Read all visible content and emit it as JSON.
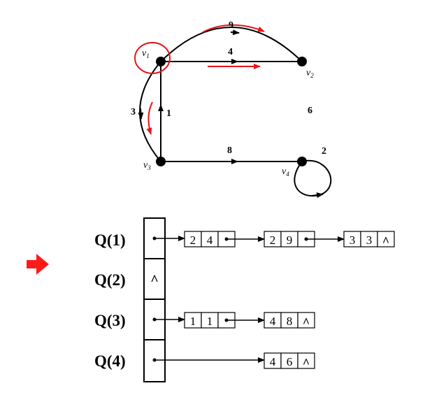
{
  "graph": {
    "vertices": [
      {
        "id": "v1",
        "label": "v",
        "sub": "1"
      },
      {
        "id": "v2",
        "label": "v",
        "sub": "2"
      },
      {
        "id": "v3",
        "label": "v",
        "sub": "3"
      },
      {
        "id": "v4",
        "label": "v",
        "sub": "4"
      }
    ],
    "edges": [
      {
        "from": "v1",
        "to": "v2",
        "weight": "9",
        "style": "arc"
      },
      {
        "from": "v1",
        "to": "v2",
        "weight": "4",
        "style": "straight"
      },
      {
        "from": "v1",
        "to": "v3",
        "weight": "3",
        "style": "arc"
      },
      {
        "from": "v3",
        "to": "v1",
        "weight": "1",
        "style": "straight"
      },
      {
        "from": "v3",
        "to": "v4",
        "weight": "8",
        "style": "straight"
      },
      {
        "from": "v4",
        "to": "v4",
        "weight": "2",
        "style": "loop"
      }
    ],
    "floating_weight": "6",
    "highlight_color": "#e8141a"
  },
  "lists": {
    "rows": [
      {
        "label": "Q(1)",
        "head": "dot",
        "nodes": [
          [
            "2",
            "4",
            "dot"
          ],
          [
            "2",
            "9",
            "dot"
          ],
          [
            "3",
            "3",
            "^"
          ]
        ]
      },
      {
        "label": "Q(2)",
        "head": "^",
        "nodes": []
      },
      {
        "label": "Q(3)",
        "head": "dot",
        "nodes": [
          [
            "1",
            "1",
            "dot"
          ],
          [
            "4",
            "8",
            "^"
          ]
        ]
      },
      {
        "label": "Q(4)",
        "head": "dot",
        "nodes": [
          [
            "4",
            "6",
            "^"
          ]
        ]
      }
    ]
  },
  "big_arrow_color": "#ff1a1a"
}
